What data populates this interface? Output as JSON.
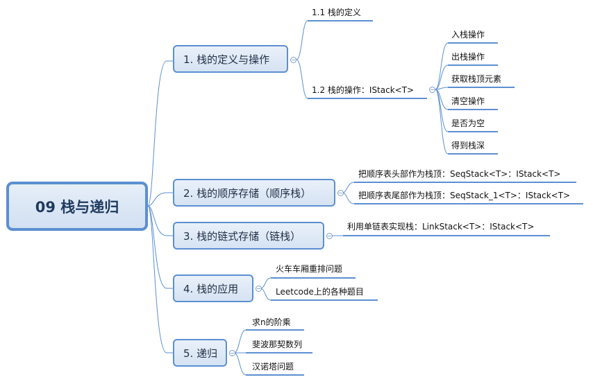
{
  "root": {
    "label": "09 栈与递归"
  },
  "topics": [
    {
      "label": "1. 栈的定义与操作",
      "children": [
        {
          "label": "1.1 栈的定义"
        },
        {
          "label": "1.2 栈的操作：IStack<T>",
          "children": [
            "入栈操作",
            "出栈操作",
            "获取栈顶元素",
            "清空操作",
            "是否为空",
            "得到栈深"
          ]
        }
      ]
    },
    {
      "label": "2. 栈的顺序存储（顺序栈）",
      "children": [
        {
          "label": "把顺序表头部作为栈顶：SeqStack<T>：IStack<T>"
        },
        {
          "label": "把顺序表尾部作为栈顶：SeqStack_1<T>：IStack<T>"
        }
      ]
    },
    {
      "label": "3. 栈的链式存储（链栈）",
      "children": [
        {
          "label": "利用单链表实现栈：LinkStack<T>：IStack<T>"
        }
      ]
    },
    {
      "label": "4. 栈的应用",
      "children": [
        {
          "label": "火车车厢重排问题"
        },
        {
          "label": "Leetcode上的各种题目"
        }
      ]
    },
    {
      "label": "5. 递归",
      "children": [
        {
          "label": "求n的阶乘"
        },
        {
          "label": "斐波那契数列"
        },
        {
          "label": "汉诺塔问题"
        }
      ]
    }
  ],
  "colors": {
    "line": "#5b8fd1",
    "border": "#5b8fd1",
    "fill": "#dbe6f4",
    "text": "#1f2f45"
  },
  "icons": {
    "collapse": "minus-circle-icon"
  },
  "toggle_symbol": "−"
}
